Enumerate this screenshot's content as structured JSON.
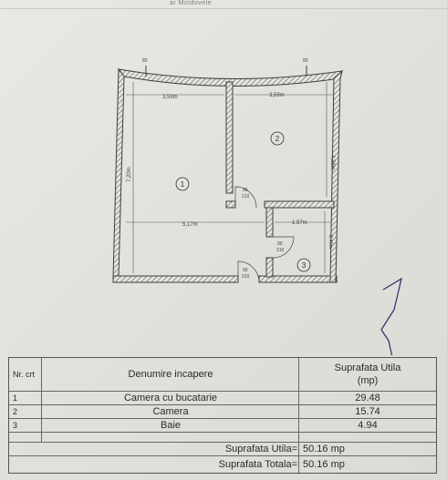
{
  "header": {
    "text": "ar Moldovele"
  },
  "plan": {
    "rooms": [
      {
        "number": "1"
      },
      {
        "number": "2"
      },
      {
        "number": "3"
      }
    ],
    "dimensions": {
      "top_left": "3,59m",
      "top_right": "3,59m",
      "left_height": "7,20m",
      "right_height": "4,38m",
      "middle_width": "5,17m",
      "bath_width": "1,97m",
      "bath_height": "2,46m"
    },
    "doors": [
      {
        "w": "90",
        "h": "210"
      },
      {
        "w": "90",
        "h": "210"
      },
      {
        "w": "90",
        "h": "210"
      }
    ],
    "window_marks": [
      "80",
      "80"
    ]
  },
  "table": {
    "col_nr": "Nr. crt",
    "col_name": "Denumire incapere",
    "col_area": "Suprafata Utila (mp)",
    "rows": [
      {
        "nr": "1",
        "name": "Camera cu bucatarie",
        "area": "29.48"
      },
      {
        "nr": "2",
        "name": "Camera",
        "area": "15.74"
      },
      {
        "nr": "3",
        "name": "Baie",
        "area": "4.94"
      }
    ],
    "total_util_label": "Suprafata Utila=",
    "total_util_value": "50.16 mp",
    "total_total_label": "Suprafata Totala=",
    "total_total_value": "50.16 mp"
  }
}
